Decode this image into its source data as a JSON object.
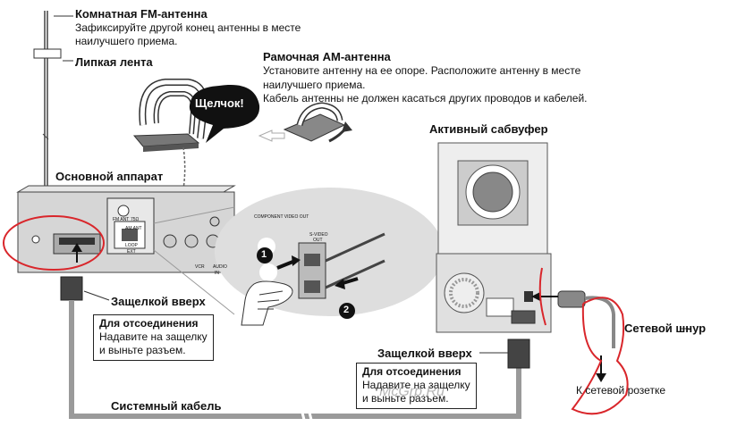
{
  "fm_antenna": {
    "title": "Комнатная FM-антенна",
    "instruction_line1": "Зафиксируйте другой конец антенны в месте",
    "instruction_line2": "наилучшего приема.",
    "tape_label": "Липкая лента"
  },
  "am_antenna": {
    "title": "Рамочная АМ-антенна",
    "line1": "Установите антенну на ее опоре. Расположите антенну в месте",
    "line2": "наилучшего приема.",
    "line3": "Кабель антенны не должен касаться других проводов и кабелей."
  },
  "click_bubble": "Щелчок!",
  "main_unit_label": "Основной аппарат",
  "subwoofer_label": "Активный сабвуфер",
  "latch_up_left": "Защелкой вверх",
  "latch_up_right": "Защелкой вверх",
  "disconnect_left": {
    "title": "Для отсоединения",
    "line1": "Надавите на защелку",
    "line2": "и выньте разъем."
  },
  "disconnect_right": {
    "title": "Для отсоединения",
    "line1": "Надавите на защелку",
    "line2": "и выньте разъем."
  },
  "system_cable_label": "Системный кабель",
  "power_cord_label": "Сетевой шнур",
  "outlet_label": "К сетевой розетке",
  "watermark": "McGrp.Ru",
  "step_numbers": [
    "1",
    "2"
  ],
  "panel_text": {
    "fm_ant": "FM ANT",
    "fm_ant2": "75Ω",
    "am_ant": "AM ANT",
    "loop": "LOOP",
    "ext": "EXT",
    "component": "COMPONENT VIDEO OUT",
    "s_video": "S-VIDEO",
    "out": "OUT",
    "vcr": "VCR",
    "audio": "AUDIO",
    "in": "IN"
  },
  "colors": {
    "red_marker": "#d9262b",
    "device_gray": "#d6d6d6",
    "zoom_bg": "#dedede",
    "cable_gray": "#9a9a9a"
  }
}
